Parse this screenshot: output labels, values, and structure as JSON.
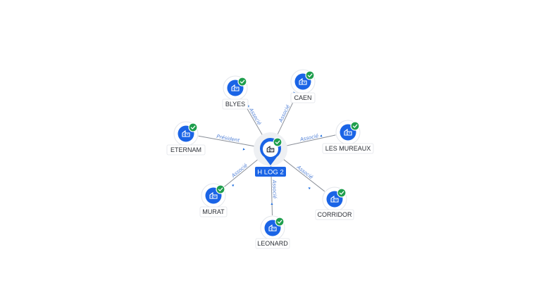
{
  "colors": {
    "accent": "#1a64e6",
    "check": "#1e9e4c",
    "edge": "#8a8f98",
    "edge_label": "#4f7fd6"
  },
  "center": {
    "label": "H LOG 2",
    "icon": "building-icon",
    "badge": "check-icon"
  },
  "nodes": [
    {
      "id": "blyes",
      "label": "BLYES",
      "relation": "Associé",
      "icon": "building-icon",
      "badge": "check-icon"
    },
    {
      "id": "caen",
      "label": "CAEN",
      "relation": "Associé",
      "icon": "building-icon",
      "badge": "check-icon"
    },
    {
      "id": "eternam",
      "label": "ETERNAM",
      "relation": "Président",
      "icon": "building-icon",
      "badge": "check-icon"
    },
    {
      "id": "les-mureaux",
      "label": "LES MUREAUX",
      "relation": "Associé",
      "icon": "building-icon",
      "badge": "check-icon"
    },
    {
      "id": "murat",
      "label": "MURAT",
      "relation": "Associé",
      "icon": "building-icon",
      "badge": "check-icon"
    },
    {
      "id": "corridor",
      "label": "CORRIDOR",
      "relation": "Associé",
      "icon": "building-icon",
      "badge": "check-icon"
    },
    {
      "id": "leonard",
      "label": "LEONARD",
      "relation": "Associé",
      "icon": "building-icon",
      "badge": "check-icon"
    }
  ]
}
